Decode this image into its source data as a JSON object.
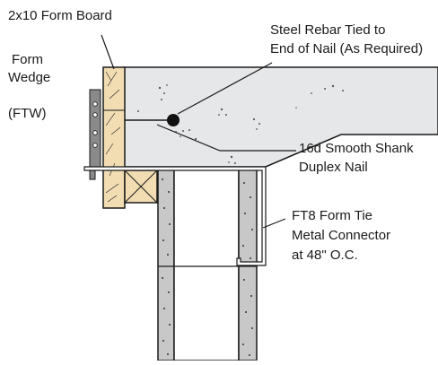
{
  "labels": {
    "form_board": "2x10 Form Board",
    "form_wedge_line1": "Form",
    "form_wedge_line2": "Wedge",
    "form_wedge_abbr": "(FTW)",
    "rebar_line1": "Steel Rebar Tied to",
    "rebar_line2": "End of Nail (As Required)",
    "nail_line1": "16d Smooth Shank",
    "nail_line2": "Duplex Nail",
    "tie_line1": "FT8 Form Tie",
    "tie_line2": "Metal Connector",
    "tie_line3": "at 48\" O.C."
  },
  "colors": {
    "concrete": "#e6e7e8",
    "wood": "#f2ddb3",
    "outline": "#1a1a1a",
    "wedge": "#8a8a8a",
    "block_core": "#ffffff",
    "block_shell": "#c8c8c8"
  }
}
